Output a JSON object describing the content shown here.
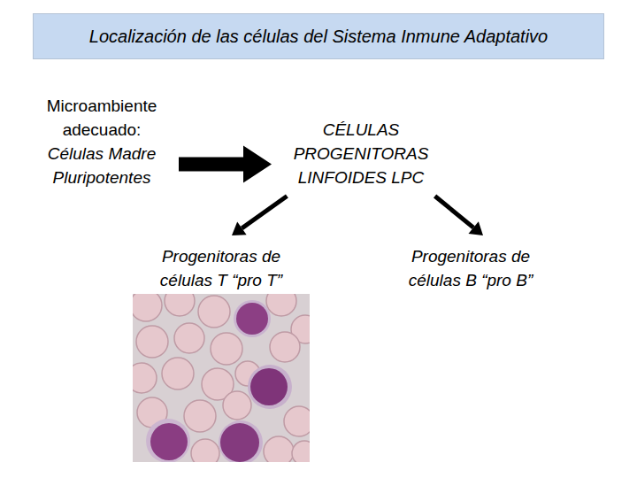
{
  "diagram": {
    "title": "Localización de las células del Sistema Inmune Adaptativo",
    "nodes": [
      {
        "text": [
          "Microambiente adecuado:",
          "Células Madre Pluripotentes"
        ]
      },
      {
        "text": [
          "CÉLULAS PROGENITORAS LINFOIDES LPC"
        ]
      },
      {
        "text": [
          "Progenitoras de células T “pro T”"
        ]
      },
      {
        "text": [
          "Progenitoras de células B “pro B”"
        ]
      }
    ],
    "edges": [
      {
        "from": 0,
        "to": 1,
        "arrow": "to"
      },
      {
        "from": 1,
        "to": 2,
        "arrow": "to"
      },
      {
        "from": 1,
        "to": 3,
        "arrow": "to"
      }
    ]
  }
}
